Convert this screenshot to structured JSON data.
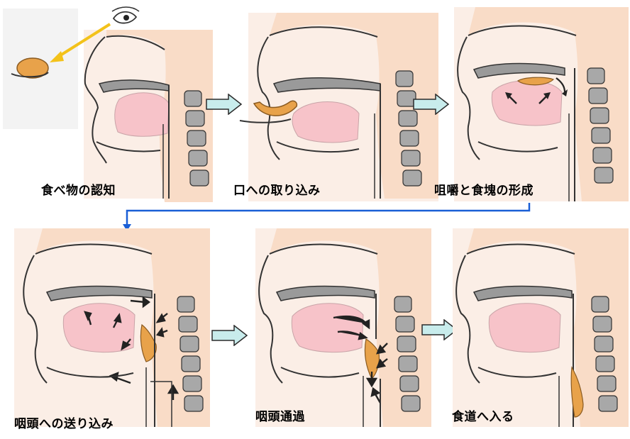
{
  "steps": [
    {
      "label": "食べ物の認知"
    },
    {
      "label": "口への取り込み"
    },
    {
      "label": "咀嚼と食塊の形成"
    },
    {
      "label": "咽頭への送り込み"
    },
    {
      "label": "咽頭通過"
    },
    {
      "label": "食道へ入る"
    }
  ],
  "colors": {
    "panel_bg": "#fbeee6",
    "face": "#f9dcc7",
    "outline": "#333333",
    "tongue": "#f7c3c9",
    "bolus": "#e8a24a",
    "vertebra": "#a8a8a8",
    "palate": "#9a9a9a",
    "step_arrow_fill": "#c8ecec",
    "connector": "#1a5fd6",
    "gaze_arrow": "#f3c21a"
  },
  "icons": {
    "step_arrow": "right-block-arrow-icon",
    "connector": "down-turn-arrow-icon",
    "eye": "eye-icon",
    "gaze": "gaze-arrow-icon",
    "spoon": "spoon-icon"
  }
}
